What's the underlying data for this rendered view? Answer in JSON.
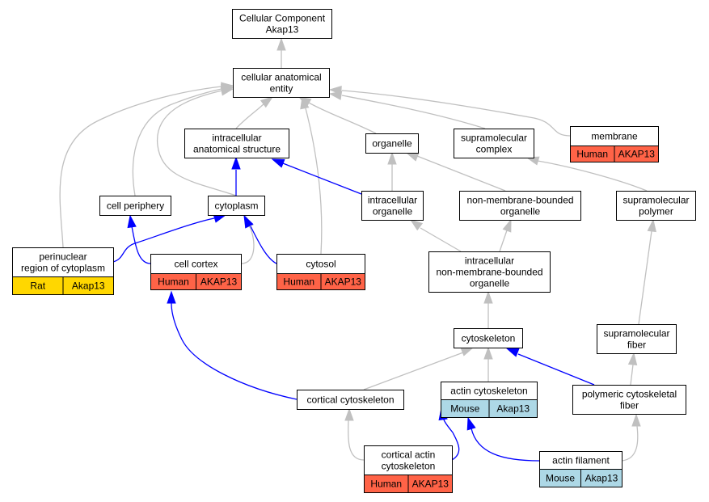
{
  "colors": {
    "edge_is_a": "#c0c0c0",
    "edge_part_of": "#0000ff",
    "node_fill": "#ffffff",
    "node_stroke": "#000000",
    "species": {
      "Human": "#ff6347",
      "Rat": "#ffd700",
      "Mouse": "#add8e6"
    }
  },
  "nodes": {
    "cellular_component": {
      "lines": [
        "Cellular Component",
        "Akap13"
      ]
    },
    "cellular_anatomical_entity": {
      "lines": [
        "cellular anatomical",
        "entity"
      ]
    },
    "intracellular_anatomical_structure": {
      "lines": [
        "intracellular",
        "anatomical structure"
      ]
    },
    "organelle": {
      "lines": [
        "organelle"
      ]
    },
    "supramolecular_complex": {
      "lines": [
        "supramolecular",
        "complex"
      ]
    },
    "membrane": {
      "lines": [
        "membrane"
      ],
      "annotation": {
        "species": "Human",
        "gene": "AKAP13"
      }
    },
    "cell_periphery": {
      "lines": [
        "cell periphery"
      ]
    },
    "cytoplasm": {
      "lines": [
        "cytoplasm"
      ]
    },
    "intracellular_organelle": {
      "lines": [
        "intracellular",
        "organelle"
      ]
    },
    "non_membrane_bounded_organelle": {
      "lines": [
        "non-membrane-bounded",
        "organelle"
      ]
    },
    "supramolecular_polymer": {
      "lines": [
        "supramolecular",
        "polymer"
      ]
    },
    "perinuclear_region": {
      "lines": [
        "perinuclear",
        "region of cytoplasm"
      ],
      "annotation": {
        "species": "Rat",
        "gene": "Akap13"
      }
    },
    "cell_cortex": {
      "lines": [
        "cell cortex"
      ],
      "annotation": {
        "species": "Human",
        "gene": "AKAP13"
      }
    },
    "cytosol": {
      "lines": [
        "cytosol"
      ],
      "annotation": {
        "species": "Human",
        "gene": "AKAP13"
      }
    },
    "intracellular_nmbo": {
      "lines": [
        "intracellular",
        "non-membrane-bounded",
        "organelle"
      ]
    },
    "cytoskeleton": {
      "lines": [
        "cytoskeleton"
      ]
    },
    "supramolecular_fiber": {
      "lines": [
        "supramolecular",
        "fiber"
      ]
    },
    "cortical_cytoskeleton": {
      "lines": [
        "cortical cytoskeleton"
      ]
    },
    "actin_cytoskeleton": {
      "lines": [
        "actin cytoskeleton"
      ],
      "annotation": {
        "species": "Mouse",
        "gene": "Akap13"
      }
    },
    "polymeric_cytoskeletal_fiber": {
      "lines": [
        "polymeric cytoskeletal",
        "fiber"
      ]
    },
    "cortical_actin_cytoskeleton": {
      "lines": [
        "cortical actin",
        "cytoskeleton"
      ],
      "annotation": {
        "species": "Human",
        "gene": "AKAP13"
      }
    },
    "actin_filament": {
      "lines": [
        "actin filament"
      ],
      "annotation": {
        "species": "Mouse",
        "gene": "Akap13"
      }
    }
  },
  "edges": [
    {
      "from": "cellular_anatomical_entity",
      "to": "cellular_component",
      "type": "is_a"
    },
    {
      "from": "intracellular_anatomical_structure",
      "to": "cellular_anatomical_entity",
      "type": "is_a"
    },
    {
      "from": "organelle",
      "to": "cellular_anatomical_entity",
      "type": "is_a"
    },
    {
      "from": "supramolecular_complex",
      "to": "cellular_anatomical_entity",
      "type": "is_a"
    },
    {
      "from": "membrane",
      "to": "cellular_anatomical_entity",
      "type": "is_a"
    },
    {
      "from": "cell_periphery",
      "to": "cellular_anatomical_entity",
      "type": "is_a"
    },
    {
      "from": "cytoplasm",
      "to": "cellular_anatomical_entity",
      "type": "is_a"
    },
    {
      "from": "perinuclear_region",
      "to": "cellular_anatomical_entity",
      "type": "is_a"
    },
    {
      "from": "cytosol",
      "to": "cellular_anatomical_entity",
      "type": "is_a"
    },
    {
      "from": "cytoplasm",
      "to": "intracellular_anatomical_structure",
      "type": "part_of"
    },
    {
      "from": "intracellular_organelle",
      "to": "intracellular_anatomical_structure",
      "type": "part_of"
    },
    {
      "from": "intracellular_organelle",
      "to": "organelle",
      "type": "is_a"
    },
    {
      "from": "non_membrane_bounded_organelle",
      "to": "organelle",
      "type": "is_a"
    },
    {
      "from": "supramolecular_polymer",
      "to": "supramolecular_complex",
      "type": "is_a"
    },
    {
      "from": "cell_cortex",
      "to": "cell_periphery",
      "type": "part_of"
    },
    {
      "from": "perinuclear_region",
      "to": "cytoplasm",
      "type": "part_of"
    },
    {
      "from": "cell_cortex",
      "to": "cytoplasm",
      "type": "is_a"
    },
    {
      "from": "cytosol",
      "to": "cytoplasm",
      "type": "part_of"
    },
    {
      "from": "intracellular_nmbo",
      "to": "intracellular_organelle",
      "type": "is_a"
    },
    {
      "from": "intracellular_nmbo",
      "to": "non_membrane_bounded_organelle",
      "type": "is_a"
    },
    {
      "from": "cytoskeleton",
      "to": "intracellular_nmbo",
      "type": "is_a"
    },
    {
      "from": "supramolecular_fiber",
      "to": "supramolecular_polymer",
      "type": "is_a"
    },
    {
      "from": "cortical_cytoskeleton",
      "to": "cell_cortex",
      "type": "part_of"
    },
    {
      "from": "cortical_cytoskeleton",
      "to": "cytoskeleton",
      "type": "is_a"
    },
    {
      "from": "actin_cytoskeleton",
      "to": "cytoskeleton",
      "type": "is_a"
    },
    {
      "from": "polymeric_cytoskeletal_fiber",
      "to": "cytoskeleton",
      "type": "part_of"
    },
    {
      "from": "polymeric_cytoskeletal_fiber",
      "to": "supramolecular_fiber",
      "type": "is_a"
    },
    {
      "from": "cortical_actin_cytoskeleton",
      "to": "cortical_cytoskeleton",
      "type": "is_a"
    },
    {
      "from": "cortical_actin_cytoskeleton",
      "to": "actin_cytoskeleton",
      "type": "part_of"
    },
    {
      "from": "actin_filament",
      "to": "actin_cytoskeleton",
      "type": "part_of"
    },
    {
      "from": "actin_filament",
      "to": "polymeric_cytoskeletal_fiber",
      "type": "is_a"
    }
  ]
}
